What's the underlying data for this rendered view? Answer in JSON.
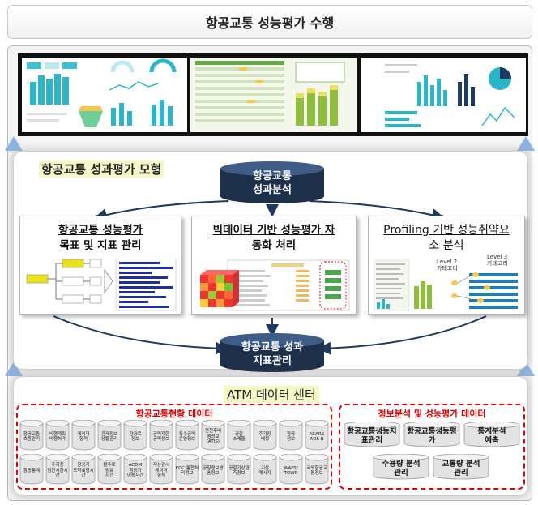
{
  "header": {
    "title": "항공교통 성능평가 수행"
  },
  "model": {
    "title": "항공교통 성과평가 모형",
    "top_db": [
      "항공교통",
      "성과분석"
    ],
    "bottom_db": [
      "항공교통 성과",
      "지표관리"
    ],
    "boxes": [
      {
        "title": [
          "항공교통 성능평가",
          "목표 및 지표 관리"
        ]
      },
      {
        "title": [
          "빅데이터 기반 성능평가 자",
          "동화 처리"
        ]
      },
      {
        "title": [
          "Profiling 기반 성능취약요",
          "소 분석"
        ],
        "level2": [
          "Level 2",
          "카테고리"
        ],
        "level3": [
          "Level 3",
          "카테고리"
        ]
      }
    ]
  },
  "atm": {
    "title": "ATM 데이터 센터",
    "status_group": {
      "title": "항공교통현황 데이터",
      "row1": [
        [
          "항공교통",
          "흐름관리"
        ],
        [
          "비행계획",
          "비행허가"
        ],
        [
          "레이더",
          "항적"
        ],
        [
          "관제정보",
          "상황관리"
        ],
        [
          "항공로",
          "정보"
        ],
        [
          "공역제한",
          "공역정보"
        ],
        [
          "특수공역",
          "운영정보"
        ],
        [
          "전천후비",
          "행정보(ATIS)"
        ],
        [
          "공항",
          "스케줄"
        ],
        [
          "주기장",
          "배정"
        ],
        [
          "항공",
          "정보"
        ],
        [
          "ACARS",
          "ADS-B"
        ]
      ],
      "row2": [
        [
          "항공통계"
        ],
        [
          "주기장",
          "점현시현시",
          "간"
        ],
        [
          "항공기",
          "도착예정시",
          "간"
        ],
        [
          "활주로",
          "점유",
          "시간"
        ],
        [
          "ACDM",
          "항공기",
          "이동시간"
        ],
        [
          "지상감시",
          "레이더",
          "항적"
        ],
        [
          "FDC 통합처",
          "리정보"
        ],
        [
          "공항정보방",
          "송정보"
        ],
        [
          "공항기상관",
          "측정보"
        ],
        [
          "기상",
          "메시지"
        ],
        [
          "WAFS/",
          "TOWR"
        ],
        [
          "국외항공교",
          "통정보"
        ]
      ]
    },
    "info_group": {
      "title": "정보분석 및 성능평가 데이터",
      "row1": [
        [
          "항공교통성능지",
          "표관리"
        ],
        [
          "항공교통성능평",
          "가"
        ],
        [
          "통계분석",
          "예측"
        ]
      ],
      "row2": [
        [
          "수용량 분석",
          "관리"
        ],
        [
          "교통량 분석",
          "관리"
        ]
      ]
    }
  },
  "colors": {
    "red": "#e10000",
    "navy": "#1f3a60",
    "accent_blue": "#8fb4e3",
    "label_bg": "#f6f7c7"
  }
}
